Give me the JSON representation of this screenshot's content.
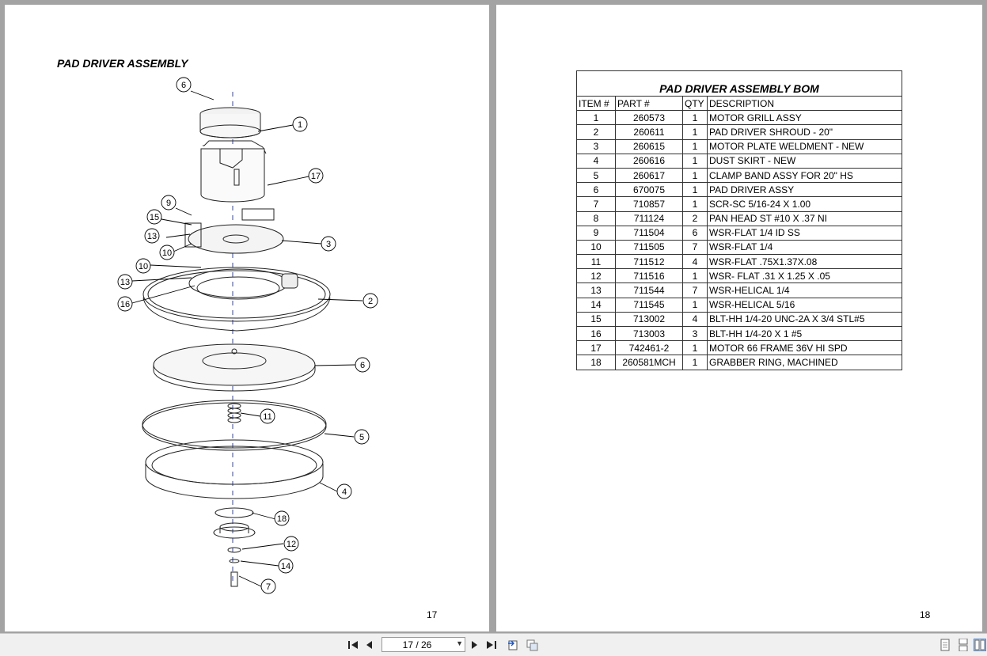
{
  "left_page": {
    "title": "PAD DRIVER ASSEMBLY",
    "page_number": "17",
    "callouts": [
      "6",
      "1",
      "17",
      "9",
      "15",
      "13",
      "10",
      "3",
      "10",
      "13",
      "16",
      "2",
      "6",
      "11",
      "5",
      "4",
      "18",
      "12",
      "14",
      "7"
    ]
  },
  "right_page": {
    "page_number": "18",
    "bom": {
      "title": "PAD DRIVER ASSEMBLY BOM",
      "headers": [
        "ITEM #",
        "PART #",
        "QTY",
        "DESCRIPTION"
      ],
      "rows": [
        [
          "1",
          "260573",
          "1",
          "MOTOR GRILL ASSY"
        ],
        [
          "2",
          "260611",
          "1",
          "PAD DRIVER SHROUD - 20\""
        ],
        [
          "3",
          "260615",
          "1",
          "MOTOR PLATE WELDMENT - NEW"
        ],
        [
          "4",
          "260616",
          "1",
          "DUST SKIRT - NEW"
        ],
        [
          "5",
          "260617",
          "1",
          "CLAMP BAND ASSY FOR 20\" HS"
        ],
        [
          "6",
          "670075",
          "1",
          "PAD DRIVER ASSY"
        ],
        [
          "7",
          "710857",
          "1",
          "SCR-SC 5/16-24 X  1.00"
        ],
        [
          "8",
          "711124",
          "2",
          "PAN HEAD ST #10 X .37 NI"
        ],
        [
          "9",
          "711504",
          "6",
          "WSR-FLAT 1/4 ID SS"
        ],
        [
          "10",
          "711505",
          "7",
          "WSR-FLAT 1/4"
        ],
        [
          "11",
          "711512",
          "4",
          "WSR-FLAT .75X1.37X.08"
        ],
        [
          "12",
          "711516",
          "1",
          "WSR- FLAT .31 X 1.25 X .05"
        ],
        [
          "13",
          "711544",
          "7",
          "WSR-HELICAL 1/4"
        ],
        [
          "14",
          "711545",
          "1",
          "WSR-HELICAL 5/16"
        ],
        [
          "15",
          "713002",
          "4",
          "BLT-HH 1/4-20 UNC-2A X 3/4 STL#5"
        ],
        [
          "16",
          "713003",
          "3",
          "BLT-HH 1/4-20 X 1 #5"
        ],
        [
          "17",
          "742461-2",
          "1",
          "MOTOR 66 FRAME 36V HI SPD"
        ],
        [
          "18",
          "260581MCH",
          "1",
          "GRABBER RING, MACHINED"
        ]
      ]
    }
  },
  "toolbar": {
    "page_indicator": "17 / 26",
    "icons": [
      "first-page-icon",
      "prev-page-icon",
      "next-page-icon",
      "last-page-icon",
      "rotate-icon",
      "fit-page-icon",
      "single-page-icon",
      "two-page-icon",
      "continuous-icon"
    ]
  }
}
